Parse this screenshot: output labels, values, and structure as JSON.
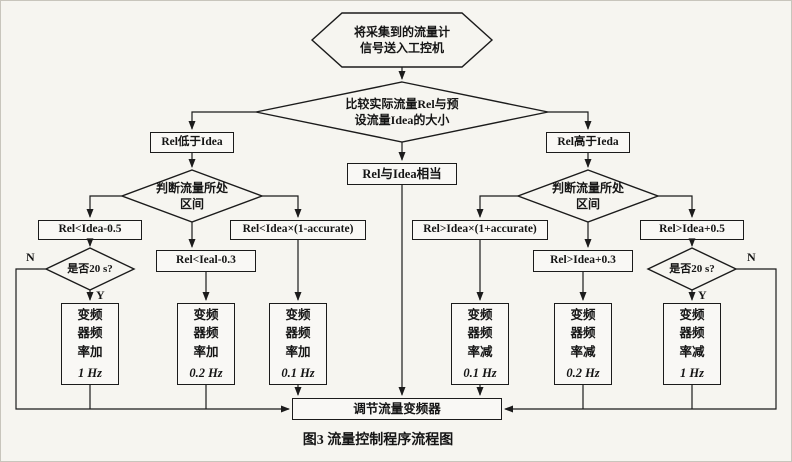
{
  "figure": {
    "caption": "图3  流量控制程序流程图"
  },
  "nodes": {
    "start": {
      "line1": "将采集到的流量计",
      "line2": "信号送入工控机"
    },
    "compare": {
      "line1": "比较实际流量Rel与预",
      "line2": "设流量Idea的大小"
    },
    "rel_low": {
      "label": "Rel低于Idea"
    },
    "rel_equal": {
      "label": "Rel与Idea相当"
    },
    "rel_high": {
      "label": "Rel高于Ieda"
    },
    "judge_left": {
      "line1": "判断流量所处",
      "line2": "区间"
    },
    "judge_right": {
      "line1": "判断流量所处",
      "line2": "区间"
    },
    "cond_l1": {
      "label": "Rel<Idea-0.5"
    },
    "cond_l2": {
      "label": "Rel<Ieal-0.3"
    },
    "cond_l3": {
      "label": "Rel<Idea×(1-accurate)"
    },
    "cond_r1": {
      "label": "Rel>Idea×(1+accurate)"
    },
    "cond_r2": {
      "label": "Rel>Idea+0.3"
    },
    "cond_r3": {
      "label": "Rel>Idea+0.5"
    },
    "timer_left": {
      "label": "是否20 s?"
    },
    "timer_right": {
      "label": "是否20 s?"
    },
    "proc_l1": {
      "label": "变频器频率加",
      "amount": "1 Hz"
    },
    "proc_l2": {
      "label": "变频器频率加",
      "amount": "0.2 Hz"
    },
    "proc_l3": {
      "label": "变频器频率加",
      "amount": "0.1 Hz"
    },
    "proc_r1": {
      "label": "变频器频率减",
      "amount": "0.1 Hz"
    },
    "proc_r2": {
      "label": "变频器频率减",
      "amount": "0.2 Hz"
    },
    "proc_r3": {
      "label": "变频器频率减",
      "amount": "1 Hz"
    },
    "adjust": {
      "label": "调节流量变频器"
    }
  },
  "branch_labels": {
    "yes": "Y",
    "no": "N"
  }
}
